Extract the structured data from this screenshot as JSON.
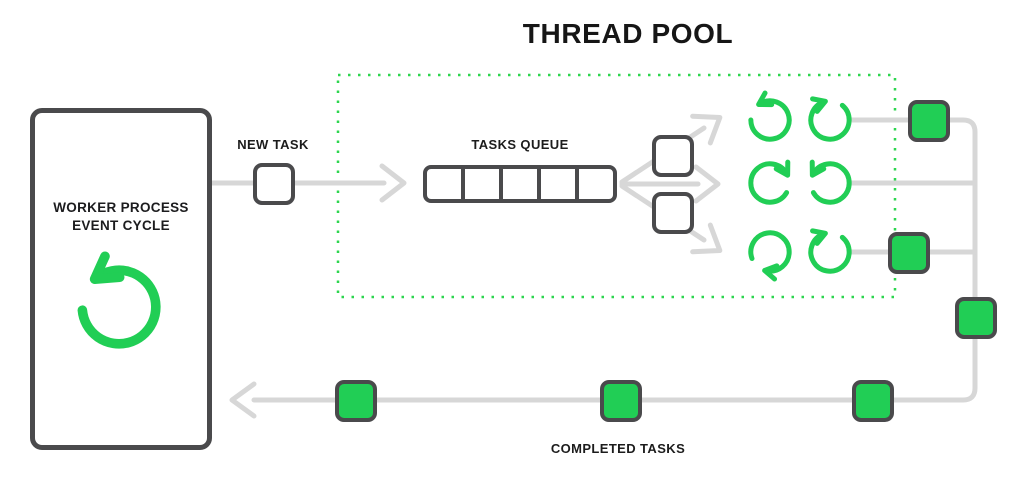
{
  "title": "THREAD POOL",
  "worker": {
    "label_line1": "WORKER PROCESS",
    "label_line2": "EVENT CYCLE",
    "icon": "cycle-arrow-icon"
  },
  "new_task": {
    "label": "NEW TASK"
  },
  "queue": {
    "label": "TASKS QUEUE",
    "cell_count": 5
  },
  "thread_pool": {
    "thread_count": 6,
    "icon": "cycle-arrow-icon"
  },
  "completed": {
    "label": "COMPLETED TASKS"
  },
  "colors": {
    "green": "#21ce55",
    "dark_outline": "#4a4a4c",
    "connector_gray": "#d7d7d7",
    "dotted_border_green": "#2cd64e",
    "text": "#1c1c1e"
  }
}
